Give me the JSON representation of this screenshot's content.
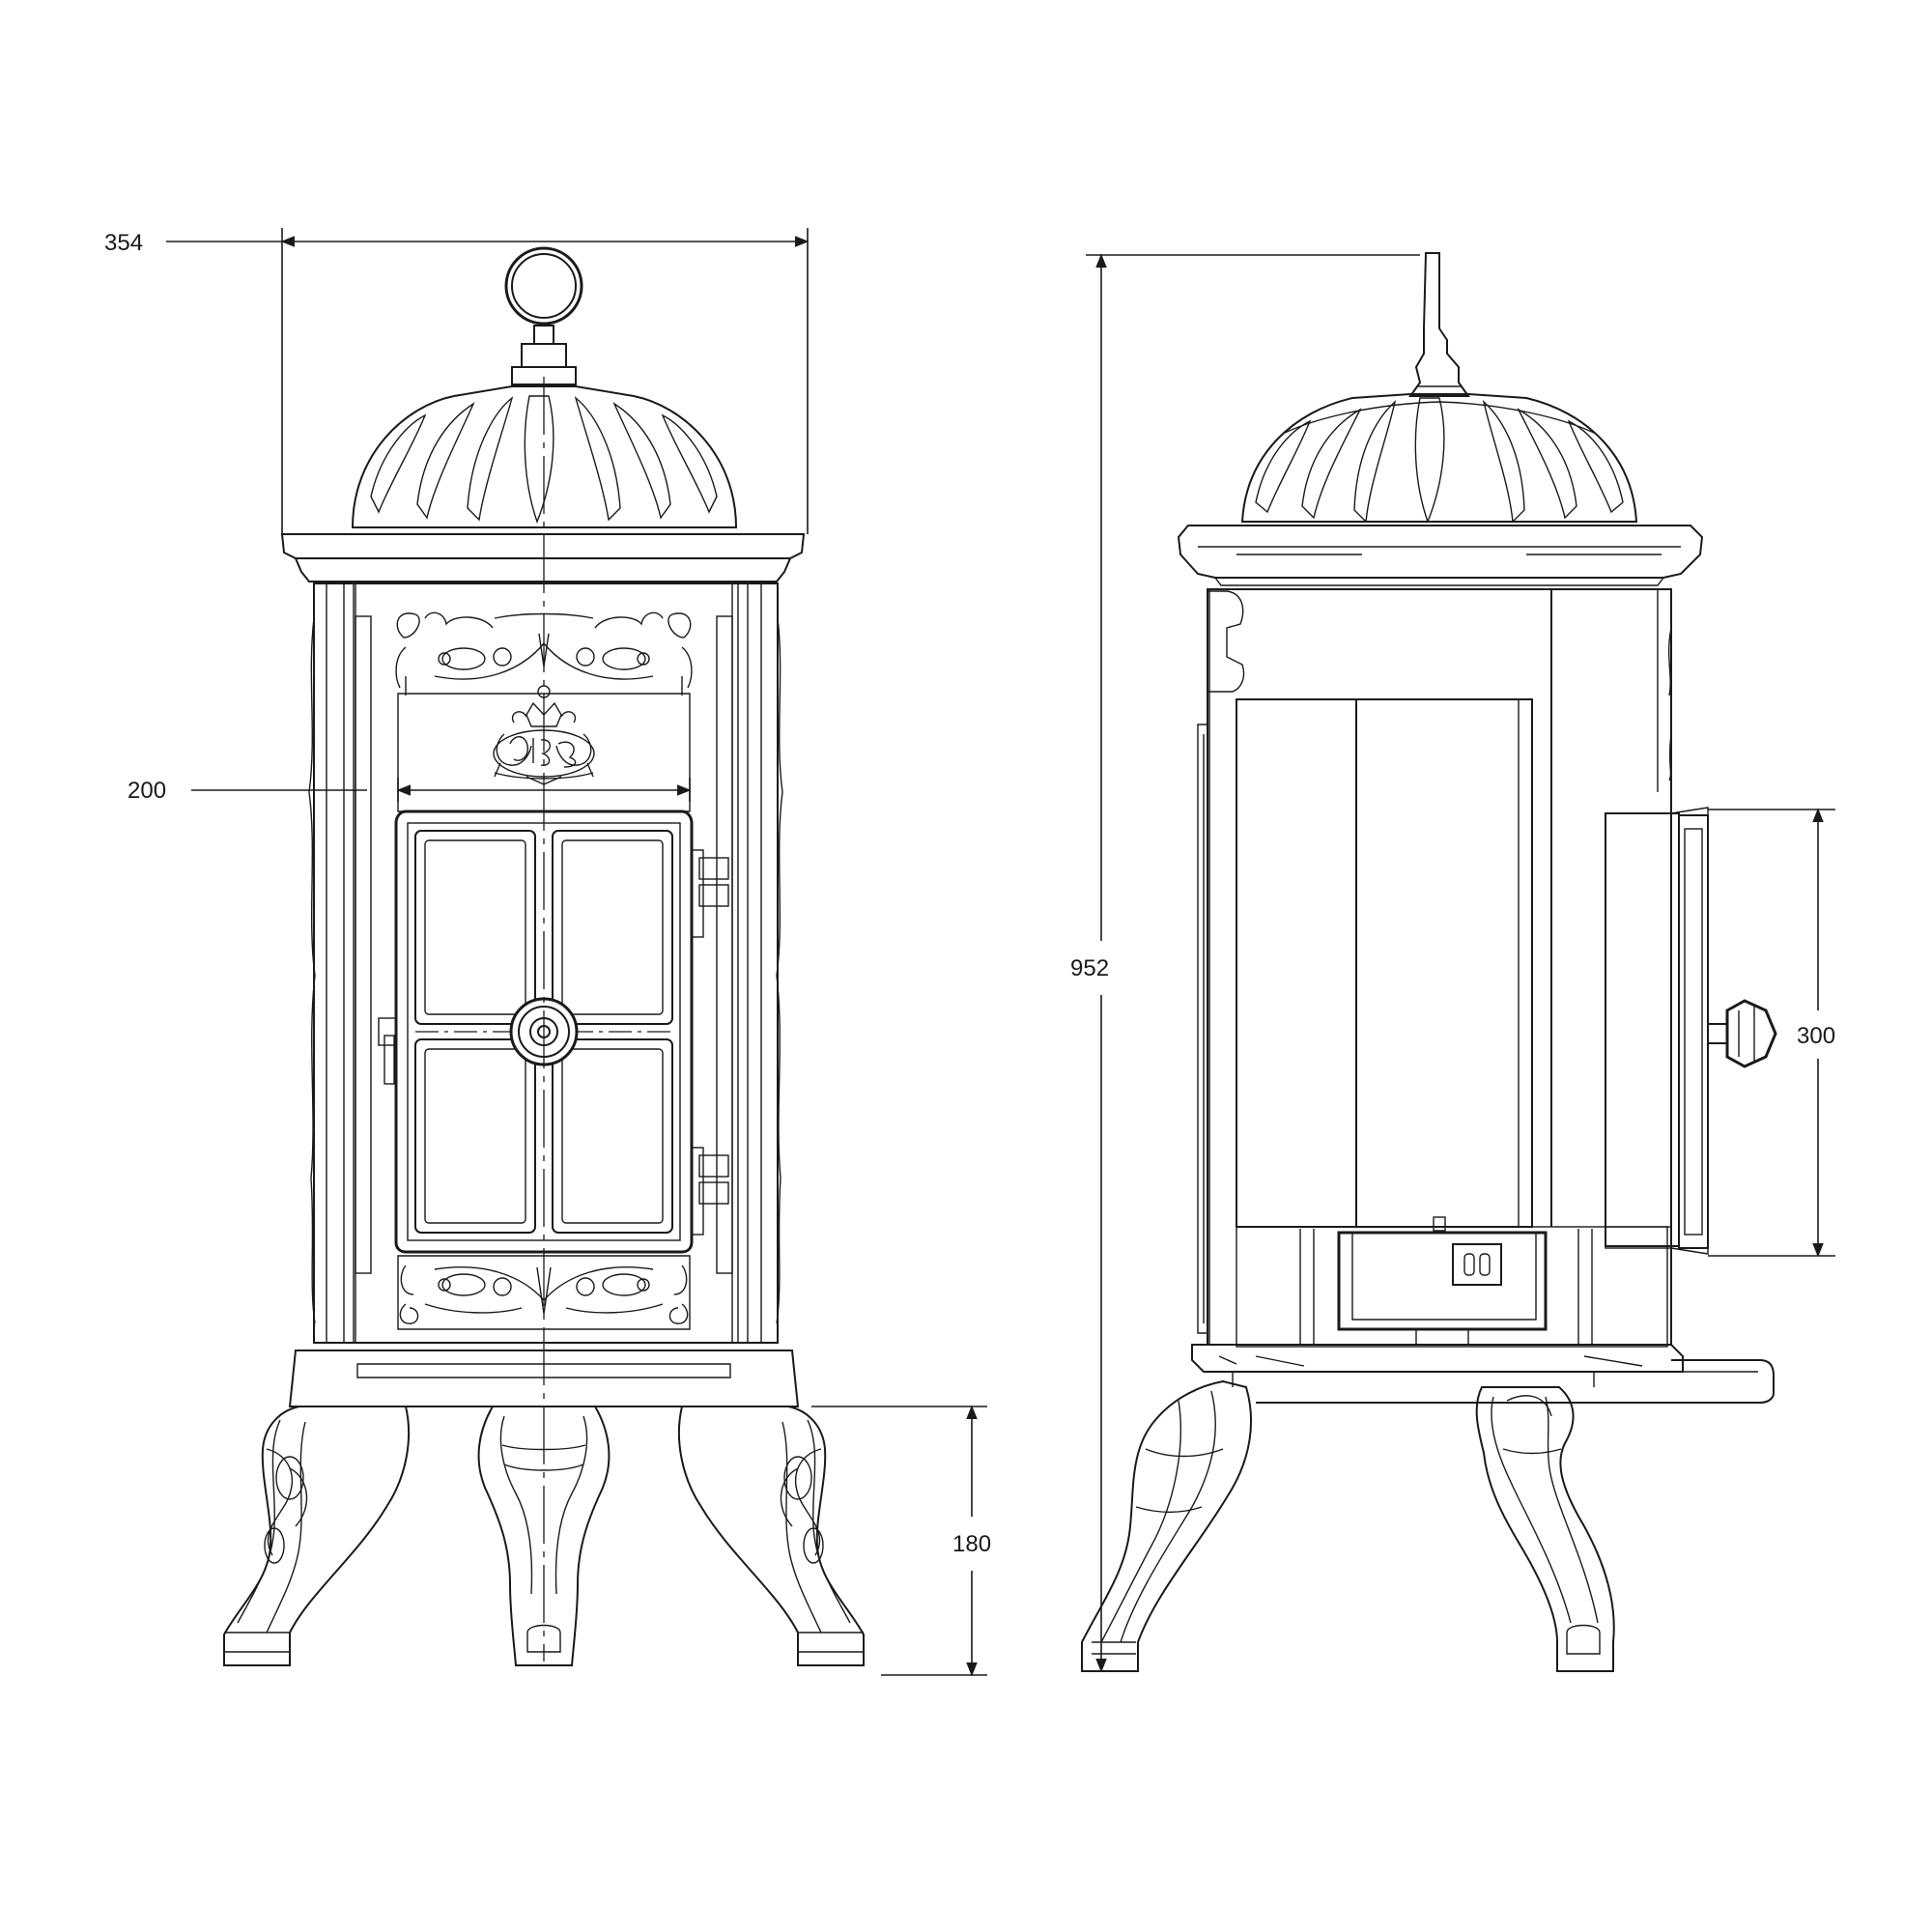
{
  "dimensions": {
    "overall_width": "354",
    "door_opening_width": "200",
    "overall_height": "952",
    "door_height": "300",
    "leg_height": "180"
  },
  "colors": {
    "ink": "#1a1a1a",
    "background": "#ffffff"
  }
}
